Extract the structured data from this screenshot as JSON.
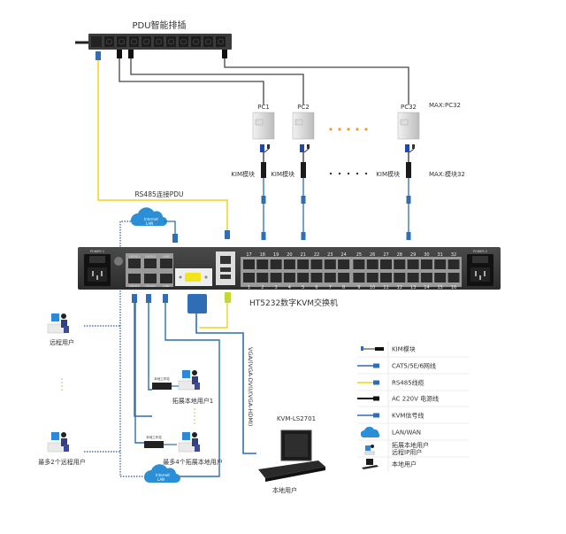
{
  "pdu": {
    "title": "PDU智能排插"
  },
  "pcs": [
    {
      "label": "PC1"
    },
    {
      "label": "PC2"
    },
    {
      "label": "PC32"
    }
  ],
  "max_pc": "MAX:PC32",
  "kim_labels": [
    "KIM模块",
    "KIM模块",
    "KIM模块"
  ],
  "max_kim": "MAX:模块32",
  "rs485_label": "RS485连接PDU",
  "switch": {
    "name": "HT5232数字KVM交换机",
    "power1": "POWER 1",
    "power2": "POWER 2",
    "local_ports": [
      "LOCAL3",
      "LOCAL4",
      "LAN2",
      "LOCAL1",
      "LOCAL2",
      "LAN1"
    ],
    "top_ports": [
      "17",
      "18",
      "19",
      "20",
      "21",
      "22",
      "23",
      "24",
      "25",
      "26",
      "27",
      "28",
      "29",
      "30",
      "31",
      "32"
    ],
    "bottom_ports": [
      "1",
      "2",
      "3",
      "4",
      "5",
      "6",
      "7",
      "8",
      "9",
      "10",
      "11",
      "12",
      "13",
      "14",
      "15",
      "16"
    ]
  },
  "cloud_label": "Internet LAN",
  "video_cable_label": "VGA/(VGA-DVI)/(VGA-HDMI)",
  "console": {
    "model": "KVM-LS2701",
    "label": "本地用户"
  },
  "users": {
    "remote": "远程用户",
    "remote_max": "最多2个远程用户",
    "ext_local_1": "拓展本地用户1",
    "ext_local_max": "最多4个拓展本地用户",
    "workstation": "本地工作站"
  },
  "legend": [
    {
      "icon": "kim-module-icon",
      "label": "KIM模块"
    },
    {
      "icon": "network-cable-icon",
      "label": "CAT5/5E/6网线",
      "color": "#2f6db5"
    },
    {
      "icon": "rs485-cable-icon",
      "label": "RS485线缆",
      "color": "#f2d41c"
    },
    {
      "icon": "power-cable-icon",
      "label": "AC 220V 电源线",
      "color": "#111111"
    },
    {
      "icon": "kvm-signal-cable-icon",
      "label": "KVM信号线",
      "color": "#2f6db5"
    },
    {
      "icon": "cloud-icon",
      "label": "LAN/WAN"
    },
    {
      "icon": "extended-user-icon",
      "label": "拓展本地用户\n远程IP用户"
    },
    {
      "icon": "console-icon",
      "label": "本地用户"
    }
  ],
  "colors": {
    "blue": "#2f6db5",
    "yellow": "#f2d41c",
    "orange": "#f39a2b",
    "dark": "#3a3a3a"
  }
}
